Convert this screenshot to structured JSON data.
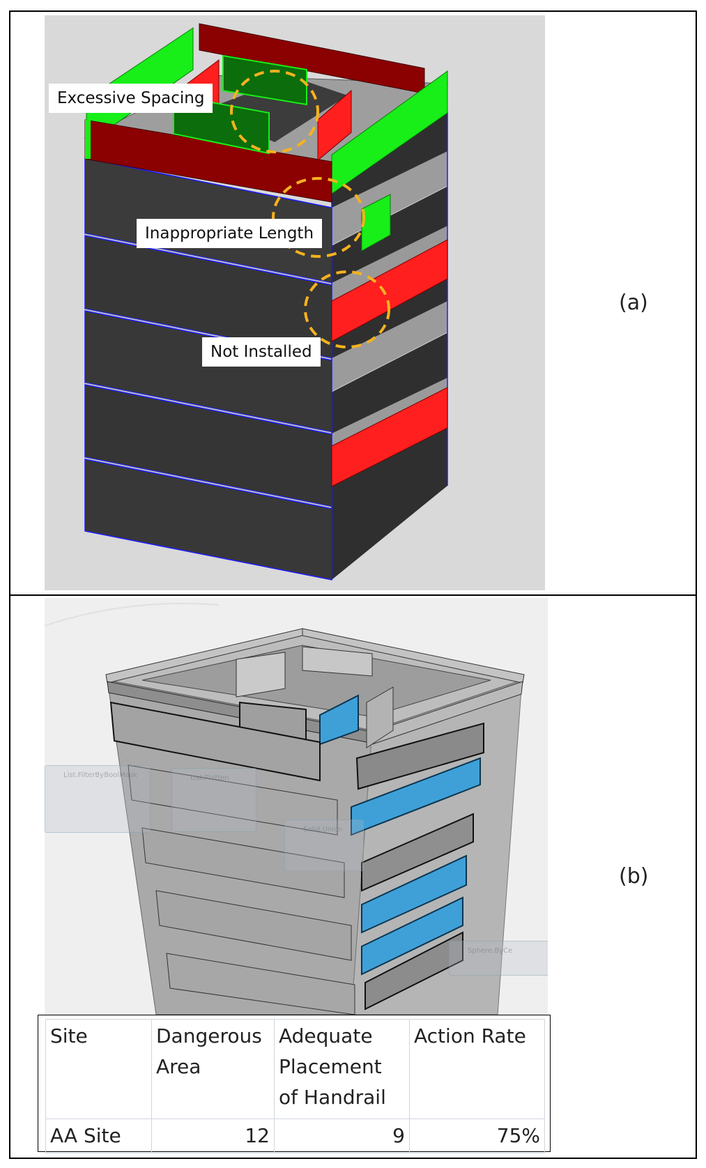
{
  "panels": [
    {
      "label": "(a)",
      "annotations": [
        "Excessive Spacing",
        "Inappropriate Length",
        "Not Installed"
      ]
    },
    {
      "label": "(b)",
      "nodes": [
        "List.FilterByBoolMask",
        "List.Flatten",
        "Solid.Union",
        "Sphere.ByCe"
      ]
    }
  ],
  "table": {
    "headers": [
      "Site",
      "Dangerous Area",
      "Adequate Placement of Handrail",
      "Action Rate"
    ],
    "rows": [
      [
        "AA Site",
        "12",
        "9",
        "75%"
      ]
    ]
  },
  "colors": {
    "compliant": "#11ee11",
    "compliant_dark": "#0b6d0b",
    "noncompliant": "#ff1a1a",
    "noncompliant_dark": "#8b0000",
    "slab": "#3a3a3a",
    "floor": "#9a9a9a",
    "highlight": "#f5b21e",
    "detected": "#3fa0d8"
  }
}
